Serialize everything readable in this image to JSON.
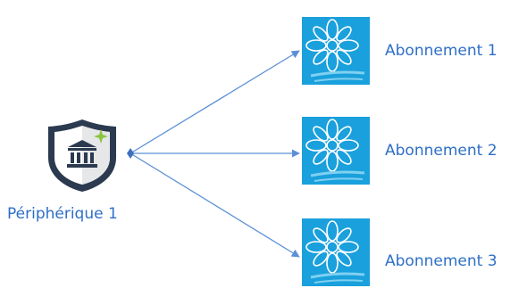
{
  "device": {
    "label": "Périphérique 1",
    "icon": "shield-bank-icon"
  },
  "subscriptions": [
    {
      "label": "Abonnement 1",
      "icon": "subscription-flower-icon"
    },
    {
      "label": "Abonnement 2",
      "icon": "subscription-flower-icon"
    },
    {
      "label": "Abonnement 3",
      "icon": "subscription-flower-icon"
    }
  ],
  "colors": {
    "text": "#2e6fc7",
    "connector": "#5b8fd8",
    "tile": "#1aa0dc",
    "shield_dark": "#2b3a4f",
    "sparkle": "#8cc63f"
  }
}
